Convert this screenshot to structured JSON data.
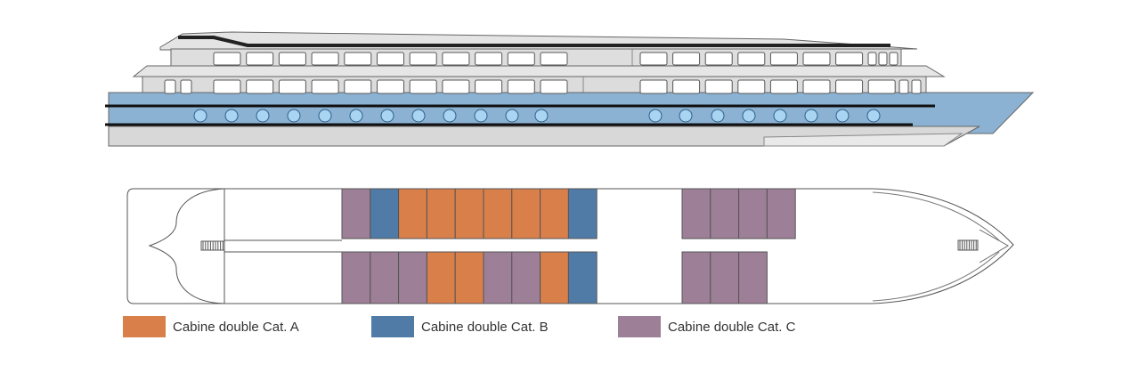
{
  "colors": {
    "cat_a": "#d97f4a",
    "cat_b": "#4f7ba6",
    "cat_c": "#9d7f97",
    "hull_blue": "#8bb2d3",
    "porthole": "#a9d4f2",
    "superstructure": "#dcdcdc",
    "outline": "#555555"
  },
  "deck_plan": {
    "top_row": [
      "C",
      "B",
      "A",
      "A",
      "A",
      "A",
      "A",
      "A",
      "B",
      null,
      "C",
      "C",
      "C",
      "C"
    ],
    "bottom_row": [
      "C",
      "C",
      "C",
      "A",
      "A",
      "C",
      "C",
      "A",
      "B",
      null,
      "C",
      "C",
      "C"
    ]
  },
  "legend": [
    {
      "category": "A",
      "label": "Cabine double Cat. A",
      "color": "#d97f4a"
    },
    {
      "category": "B",
      "label": "Cabine double Cat. B",
      "color": "#4f7ba6"
    },
    {
      "category": "C",
      "label": "Cabine double Cat. C",
      "color": "#9d7f97"
    }
  ]
}
